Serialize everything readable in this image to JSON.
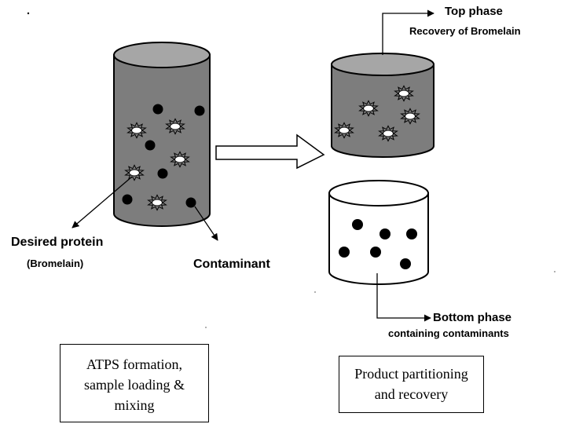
{
  "labels": {
    "top_phase": "Top phase",
    "top_phase_sub": "Recovery of Bromelain",
    "desired_protein": "Desired protein",
    "desired_protein_sub": "(Bromelain)",
    "contaminant": "Contaminant",
    "bottom_phase": "Bottom phase",
    "bottom_phase_sub": "containing contaminants"
  },
  "boxes": {
    "left": {
      "lines": [
        "ATPS formation,",
        "sample loading &",
        "mixing"
      ]
    },
    "right": {
      "lines": [
        "Product partitioning",
        "and recovery"
      ]
    }
  },
  "colors": {
    "liquid": "#7d7d7d",
    "liquid_top": "#a6a6a6",
    "contaminant_dot": "#000000",
    "protein_fill": "#ffffff",
    "outline": "#000000"
  }
}
